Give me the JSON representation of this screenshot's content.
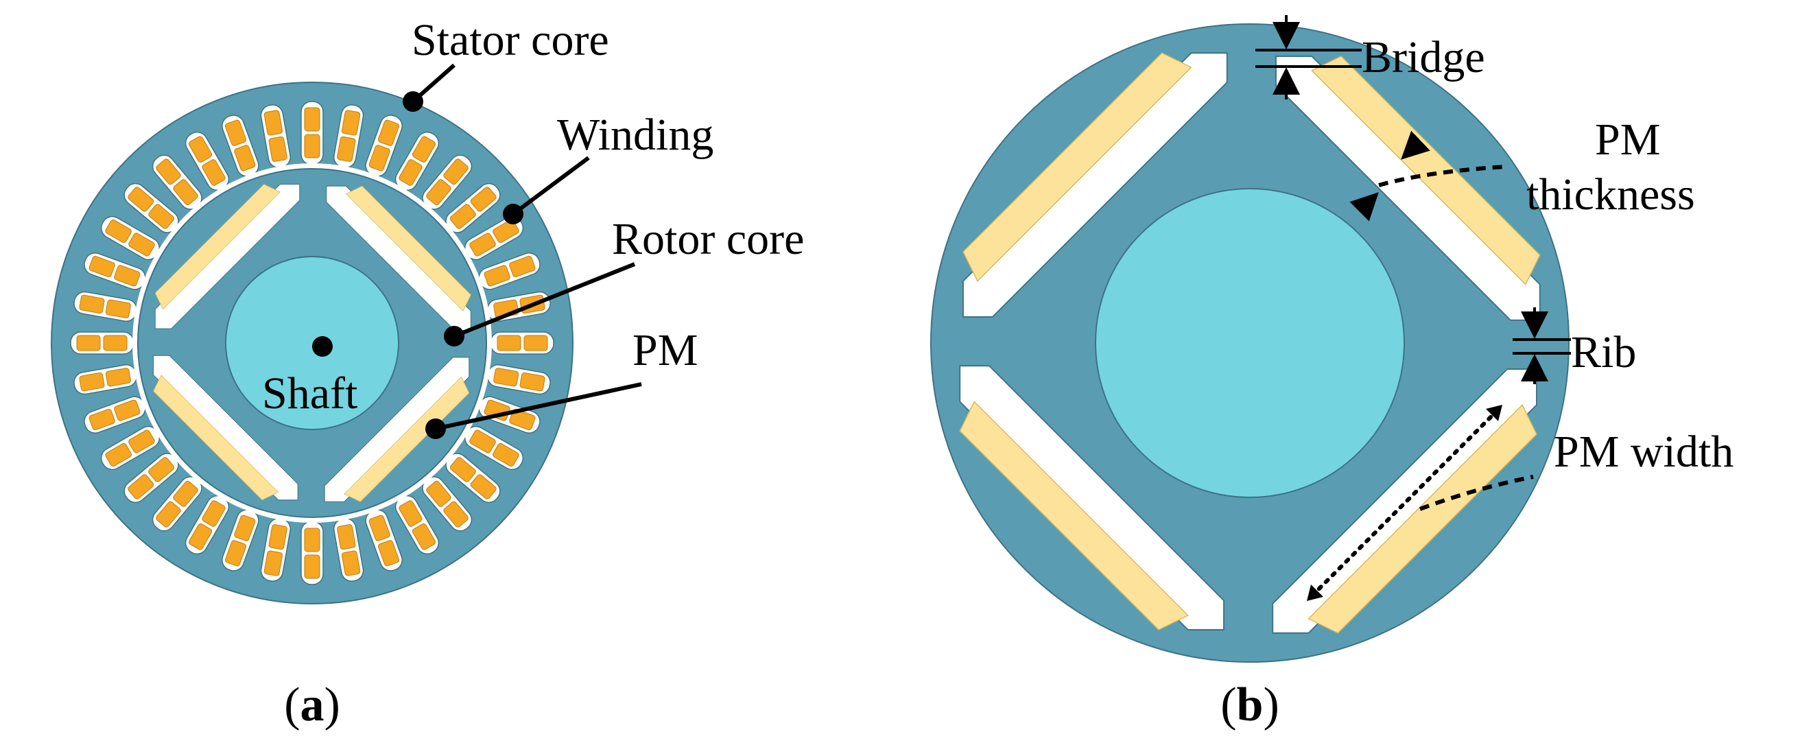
{
  "panel_a": {
    "labels": {
      "stator_core": "Stator core",
      "winding": "Winding",
      "rotor_core": "Rotor core",
      "pm": "PM",
      "shaft": "Shaft"
    },
    "caption": {
      "open": "(",
      "letter": "a",
      "close": ")"
    }
  },
  "panel_b": {
    "labels": {
      "bridge": "Bridge",
      "pm_thickness_line1": "PM",
      "pm_thickness_line2": "thickness",
      "rib": "Rib",
      "pm_width": "PM width"
    },
    "caption": {
      "open": "(",
      "letter": "b",
      "close": ")"
    }
  },
  "colors": {
    "core": "#5a9db2",
    "shaft": "#74d5e0",
    "pm": "#fde39a",
    "winding": "#f5a623",
    "slot": "#ffffff",
    "outline": "#3d7286"
  }
}
